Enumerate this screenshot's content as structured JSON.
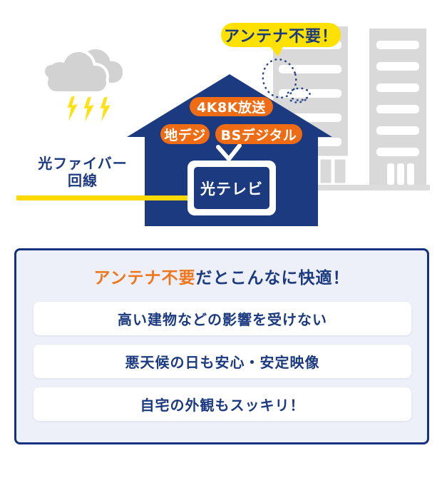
{
  "illustration": {
    "balloon": {
      "label": "アンテナ不要！"
    },
    "fiber_label": {
      "line1": "光ファイバー",
      "line2": "回線"
    },
    "badges": [
      {
        "label": "4K8K放送"
      },
      {
        "label": "地デジ"
      },
      {
        "label": "BSデジタル"
      }
    ],
    "tv": {
      "label": "光テレビ"
    }
  },
  "benefits_card": {
    "title": {
      "highlight": "アンテナ不要",
      "rest": "だとこんなに快適！"
    },
    "items": [
      {
        "text": "高い建物などの影響を受けない"
      },
      {
        "text": "悪天候の日も安心・安定映像"
      },
      {
        "text": "自宅の外観もスッキリ！"
      }
    ]
  },
  "colors": {
    "navy": "#1b3a80",
    "badge_orange": "#ef6c15",
    "title_orange": "#f0761d",
    "bubble_yellow": "#ffe100",
    "line_yellow": "#ffd900",
    "lightning_yellow": "#ffe112",
    "cloud_gray": "#d2d2d2",
    "building_gray": "#d9d9d9",
    "ground_gray": "#dcdcdc",
    "card_bg": "#edf0f8",
    "card_border": "#16317d"
  }
}
